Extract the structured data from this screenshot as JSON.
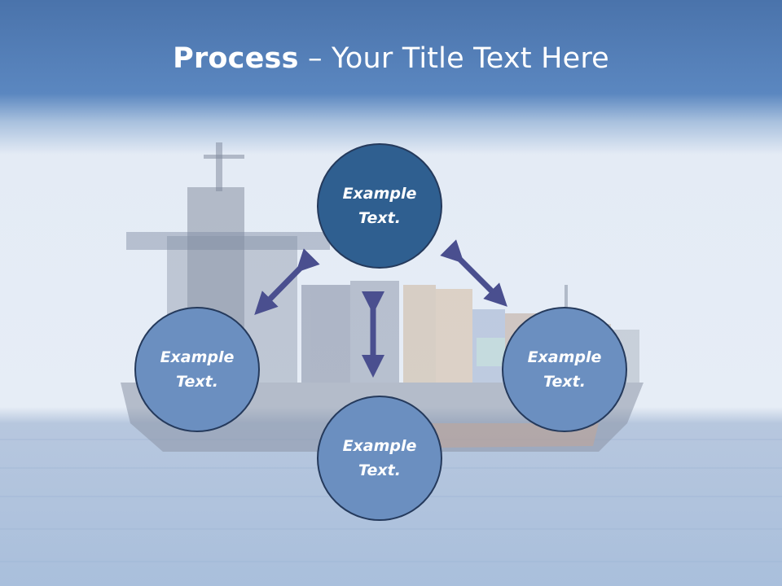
{
  "title": {
    "bold": "Process",
    "rest": " – Your Title Text Here"
  },
  "nodes": {
    "top": "Example\nText.",
    "left": "Example\nText.",
    "right": "Example\nText.",
    "bottom": "Example\nText."
  },
  "colors": {
    "node_dark": "#2f5f90",
    "node_light": "#6b8fc0",
    "arrow": "#4a4f8f",
    "title_bar": "#4a73ab"
  }
}
